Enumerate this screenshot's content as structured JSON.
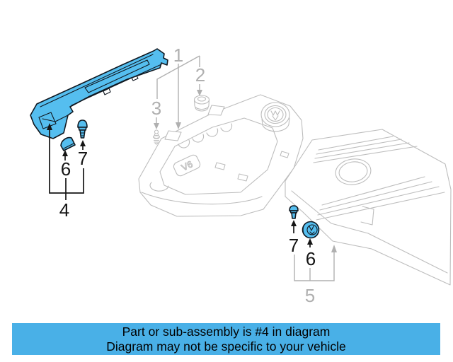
{
  "window": {
    "background": "#FFFFFF"
  },
  "diagram": {
    "description": "Exploded engine cover parts diagram",
    "highlighted_part_number": "4",
    "engine_badge": "V6",
    "callouts": {
      "left_part": "4",
      "left_clip": "6",
      "left_screw": "7",
      "center_cover": "1",
      "center_grommet": "2",
      "center_stud": "3",
      "right_cover": "5",
      "right_screw": "7",
      "right_clip": "6"
    },
    "colors": {
      "highlight_fill": "#55BEEF",
      "highlight_outline": "#101820",
      "lineart_gray": "#BDBDBD",
      "callout_gray": "#B0B0B0",
      "callout_black": "#151515"
    }
  },
  "banner": {
    "line1": "Part or sub-assembly is #4 in diagram",
    "line2": "Diagram may not be specific to your vehicle",
    "bg_color": "#49B0E7",
    "text_color": "#000000"
  }
}
